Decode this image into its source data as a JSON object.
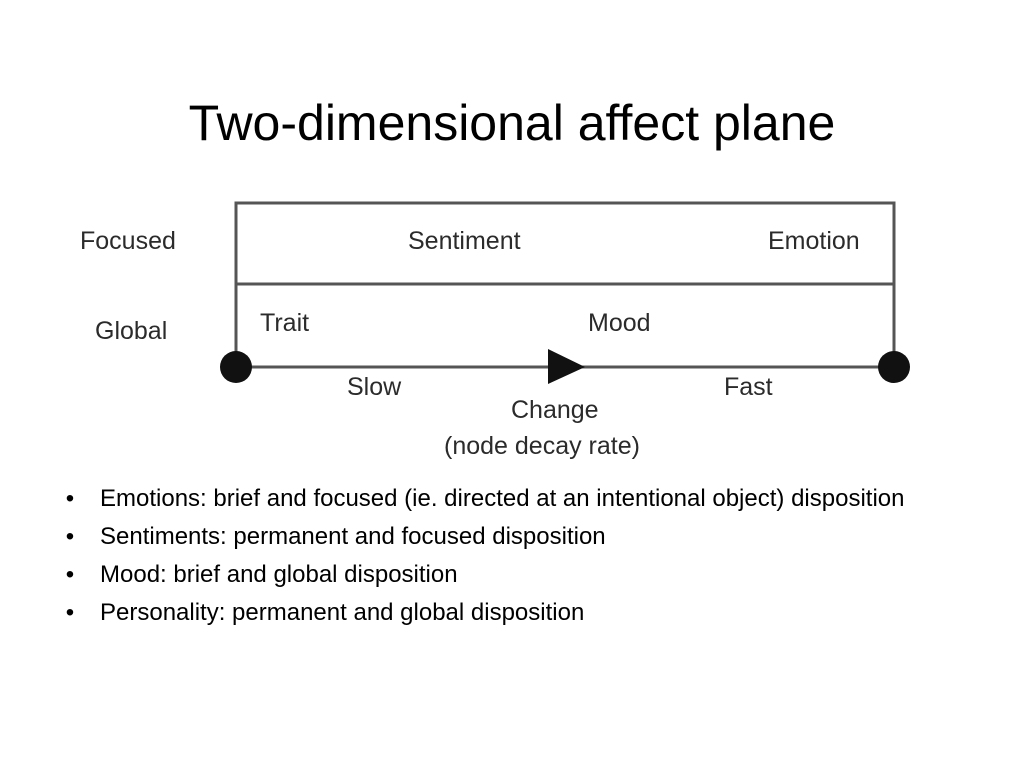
{
  "slide": {
    "title": "Two-dimensional affect plane"
  },
  "diagram": {
    "row_labels": {
      "focused": "Focused",
      "global": "Global"
    },
    "cells": {
      "sentiment": "Sentiment",
      "emotion": "Emotion",
      "trait": "Trait",
      "mood": "Mood"
    },
    "axis": {
      "slow": "Slow",
      "fast": "Fast",
      "change": "Change",
      "change_sub": "(node decay rate)"
    },
    "colors": {
      "stroke": "#555555",
      "marker": "#111111"
    }
  },
  "bullets": [
    "Emotions: brief and focused (ie. directed at an intentional object) disposition",
    "Sentiments: permanent and focused disposition",
    "Mood: brief and global disposition",
    "Personality: permanent and global disposition"
  ],
  "bullet_glyph": "•"
}
